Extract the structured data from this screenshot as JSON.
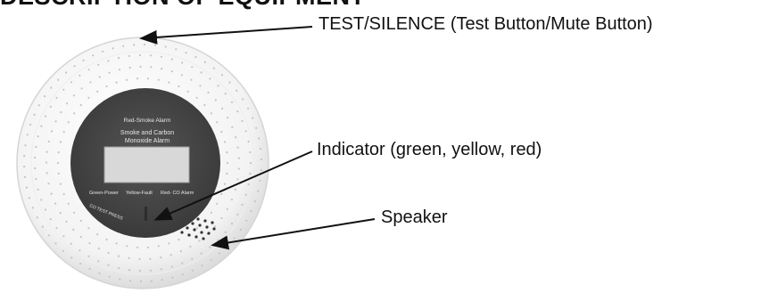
{
  "heading": "DESCRIPTION OF EQUIPMENT",
  "callouts": {
    "test_silence": "TEST/SILENCE (Test Button/Mute Button)",
    "indicator": "Indicator (green, yellow, red)",
    "speaker": "Speaker"
  },
  "device": {
    "top_label": "Red-Smoke Alarm",
    "title_line1": "Smoke and Carbon",
    "title_line2": "Monoxide Alarm",
    "legend_green": "Green-Power",
    "legend_yellow": "Yellow-Fault",
    "legend_red": "Red- CO Alarm",
    "press_text": "CO TEST PRESS"
  },
  "colors": {
    "body": "#f7f7f7",
    "face": "#4a4a4a",
    "display": "#d7d7d7",
    "arrow": "#111111"
  }
}
